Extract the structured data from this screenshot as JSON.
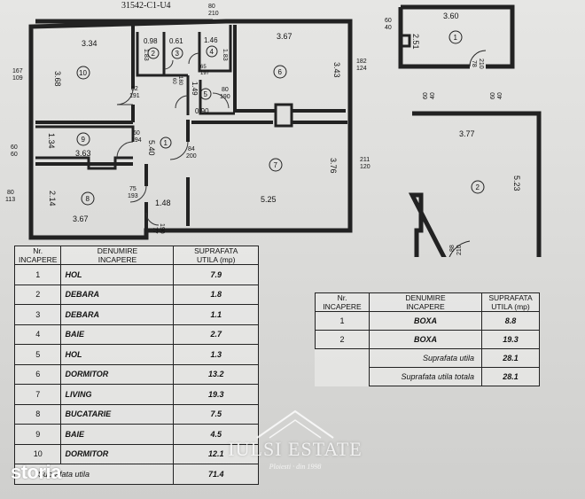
{
  "header": {
    "code": "31542-C1-U4"
  },
  "plan": {
    "dimensions": {
      "d_334": "3.34",
      "d_098": "0.98",
      "d_061": "0.61",
      "d_146": "1.46",
      "d_367_top": "3.67",
      "d_343": "3.43",
      "d_368": "3.68",
      "d_134": "1.34",
      "d_363": "3.63",
      "d_214": "2.14",
      "d_367_bot": "3.67",
      "d_148": "1.48",
      "d_525": "5.25",
      "d_376": "3.76",
      "d_540": "5.40",
      "d_149": "1.49",
      "d_090": "0.90",
      "d_183a": "1.83",
      "d_183b": "1.83",
      "d_360": "3.60",
      "d_251": "2.51",
      "d_377": "3.77",
      "d_523": "5.23"
    },
    "openings": {
      "o_80_210": [
        "80",
        "210"
      ],
      "o_167_109": [
        "167",
        "109"
      ],
      "o_182_124": [
        "182",
        "124"
      ],
      "o_82_191": [
        "82",
        "191"
      ],
      "o_80_190": [
        "80",
        "190"
      ],
      "o_60_194": [
        "60",
        "194"
      ],
      "o_60_60": [
        "60",
        "60"
      ],
      "o_84_200": [
        "84",
        "200"
      ],
      "o_211_120": [
        "211",
        "120"
      ],
      "o_80_113": [
        "80",
        "113"
      ],
      "o_75_193": [
        "75",
        "193"
      ],
      "o_77_190": [
        "77",
        "190"
      ],
      "o_60_40_box1": [
        "60",
        "40"
      ],
      "o_78_210": [
        "78",
        "210"
      ],
      "o_60_40a": [
        "60",
        "40"
      ],
      "o_60_40b": [
        "60",
        "40"
      ],
      "o_88_210": [
        "88",
        "210"
      ],
      "o_65_197": [
        "65",
        "197"
      ],
      "o_60_180": [
        "60",
        "180"
      ]
    },
    "room_numbers": [
      "1",
      "2",
      "3",
      "4",
      "5",
      "6",
      "7",
      "8",
      "9",
      "10"
    ],
    "box_numbers": [
      "1",
      "2"
    ]
  },
  "rooms_table": {
    "header": {
      "nr": [
        "Nr.",
        "INCAPERE"
      ],
      "name": [
        "DENUMIRE",
        "INCAPERE"
      ],
      "area": [
        "SUPRAFATA",
        "UTILA (mp)"
      ]
    },
    "rows": [
      {
        "nr": "1",
        "name": "HOL",
        "area": "7.9"
      },
      {
        "nr": "2",
        "name": "DEBARA",
        "area": "1.8"
      },
      {
        "nr": "3",
        "name": "DEBARA",
        "area": "1.1"
      },
      {
        "nr": "4",
        "name": "BAIE",
        "area": "2.7"
      },
      {
        "nr": "5",
        "name": "HOL",
        "area": "1.3"
      },
      {
        "nr": "6",
        "name": "DORMITOR",
        "area": "13.2"
      },
      {
        "nr": "7",
        "name": "LIVING",
        "area": "19.3"
      },
      {
        "nr": "8",
        "name": "BUCATARIE",
        "area": "7.5"
      },
      {
        "nr": "9",
        "name": "BAIE",
        "area": "4.5"
      },
      {
        "nr": "10",
        "name": "DORMITOR",
        "area": "12.1"
      }
    ],
    "total": {
      "label": "Suprafata utila",
      "value": "71.4"
    }
  },
  "storage_table": {
    "header": {
      "nr": [
        "Nr.",
        "INCAPERE"
      ],
      "name": [
        "DENUMIRE",
        "INCAPERE"
      ],
      "area": [
        "SUPRAFATA",
        "UTILA (mp)"
      ]
    },
    "rows": [
      {
        "nr": "1",
        "name": "BOXA",
        "area": "8.8"
      },
      {
        "nr": "2",
        "name": "BOXA",
        "area": "19.3"
      }
    ],
    "sum_useful": {
      "label": "Suprafata utila",
      "value": "28.1"
    },
    "sum_total": {
      "label": "Suprafata utila totala",
      "value": "28.1"
    }
  },
  "watermark": {
    "name": "IULSI ESTATE",
    "tagline": "Ploiesti · din 1998"
  },
  "brand": {
    "logo": "storia"
  },
  "colors": {
    "ink": "#111111",
    "paper": "#dcdcda"
  }
}
